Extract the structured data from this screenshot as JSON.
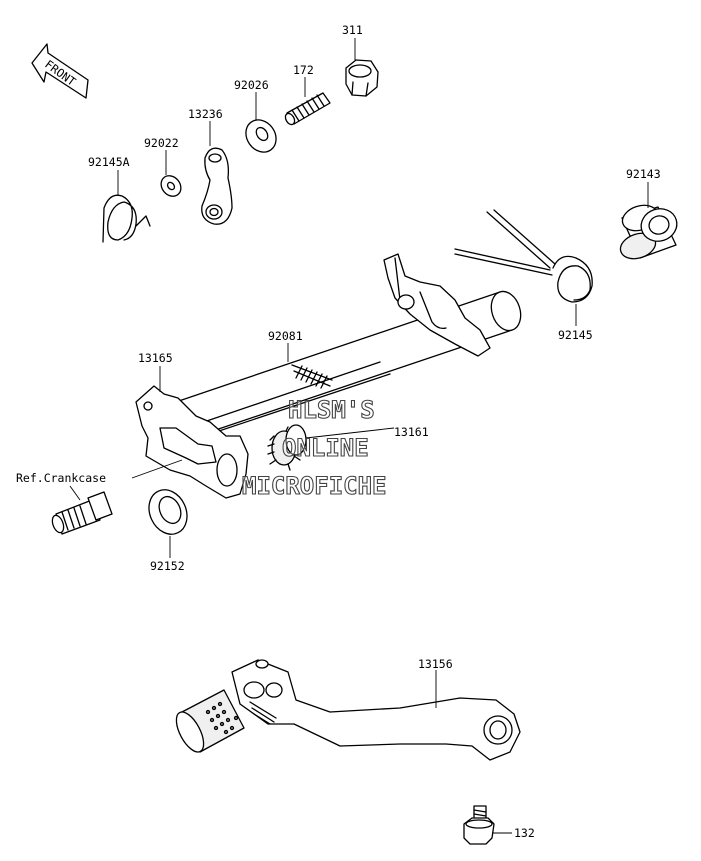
{
  "front_label": "FRONT",
  "watermark": [
    "HLSM'S",
    "ONLINE",
    "MICROFICHE"
  ],
  "labels": {
    "p311": "311",
    "p172": "172",
    "p92026": "92026",
    "p13236": "13236",
    "p92022": "92022",
    "p92145A": "92145A",
    "p92143": "92143",
    "p92081": "92081",
    "p13165": "13165",
    "p13161": "13161",
    "p92145": "92145",
    "ref_crankcase": "Ref.Crankcase",
    "p92152": "92152",
    "p13156": "13156",
    "p132": "132"
  }
}
